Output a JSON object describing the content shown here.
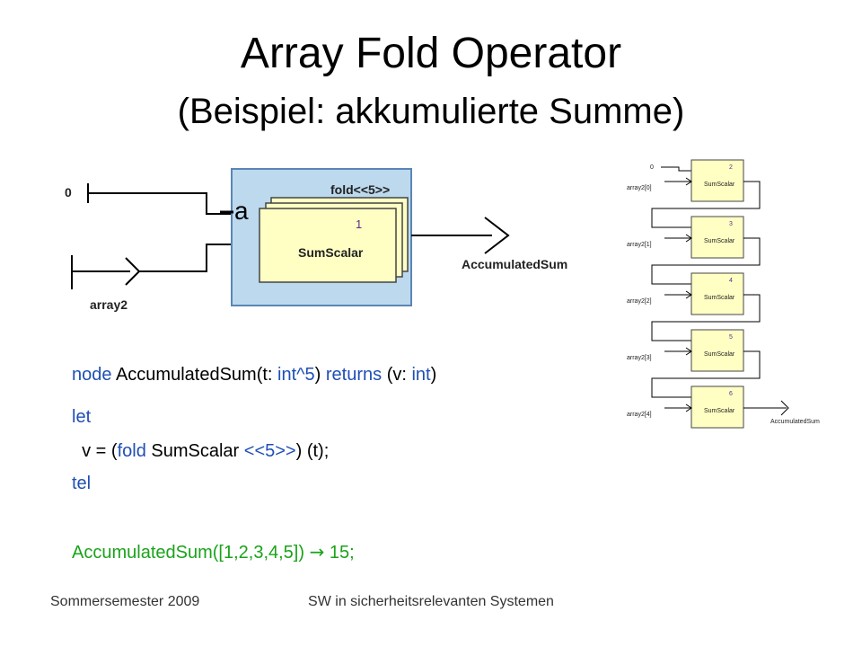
{
  "slide": {
    "title": "Array Fold Operator",
    "subtitle": "(Beispiel: akkumulierte Summe)"
  },
  "left_diagram": {
    "input_zero": "0",
    "input_array": "array2",
    "fold_label": "fold<<5>>",
    "iter_symbol": "a",
    "inner_number": "1",
    "inner_operator": "SumScalar",
    "output_label": "AccumulatedSum"
  },
  "right_diagram": {
    "input_zero": "0",
    "stages": [
      {
        "number": "2",
        "input": "array2[0]",
        "operator": "SumScalar"
      },
      {
        "number": "3",
        "input": "array2[1]",
        "operator": "SumScalar"
      },
      {
        "number": "4",
        "input": "array2[2]",
        "operator": "SumScalar"
      },
      {
        "number": "5",
        "input": "array2[3]",
        "operator": "SumScalar"
      },
      {
        "number": "6",
        "input": "array2[4]",
        "operator": "SumScalar"
      }
    ],
    "output_label": "AccumulatedSum"
  },
  "code": {
    "line1": {
      "kw_node": "node",
      "name_sig": " AccumulatedSum(t: ",
      "type_int5": "int^5",
      "close": ") ",
      "kw_returns": "returns",
      "ret": " (v: ",
      "type_int": "int",
      "end": ")"
    },
    "line2": {
      "kw_let": "let"
    },
    "line3": {
      "pre": "  v = (",
      "kw_fold": "fold",
      "mid": " SumScalar ",
      "size": "<<5>>",
      "post": ") (t);"
    },
    "line4": {
      "kw_tel": "tel"
    },
    "line5": {
      "call": "AccumulatedSum([1,2,3,4,5])",
      "arrow": "→",
      "result": " 15;"
    }
  },
  "footer": {
    "left": "Sommersemester 2009",
    "center": "SW in sicherheitsrelevanten Systemen"
  }
}
